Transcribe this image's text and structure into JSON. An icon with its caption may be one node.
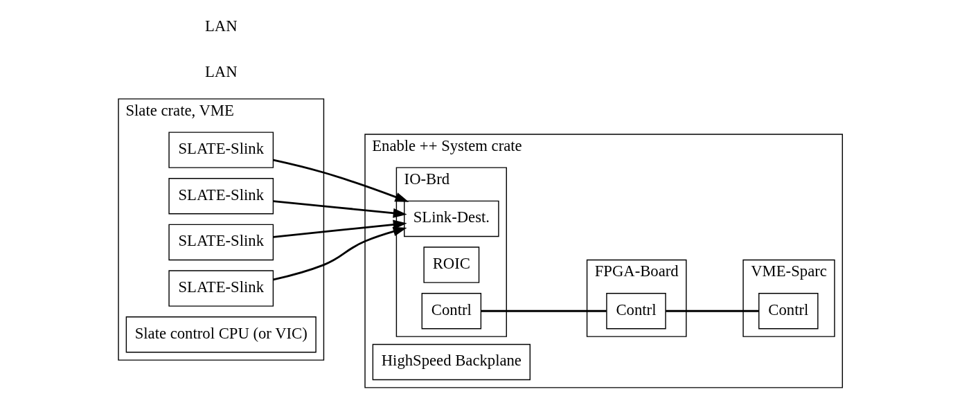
{
  "diagram": {
    "nodes": [
      {
        "text": [
          "Slate crate, VME"
        ]
      },
      {
        "text": [
          "SLATE-Slink"
        ],
        "in": 0
      },
      {
        "text": [
          "SLATE-Slink"
        ],
        "in": 0
      },
      {
        "text": [
          "SLATE-Slink"
        ],
        "in": 0
      },
      {
        "text": [
          "SLATE-Slink"
        ],
        "in": 0
      },
      {
        "text": [
          "Slate control CPU (or VIC)"
        ],
        "in": 0
      },
      {
        "text": [
          "Enable ++ System crate"
        ]
      },
      {
        "text": [
          "HighSpeed Backplane"
        ],
        "in": 6
      },
      {
        "text": [
          "IO-Brd"
        ],
        "in": 6
      },
      {
        "text": [
          "SLink-Dest."
        ],
        "in": 8
      },
      {
        "text": [
          "ROIC"
        ],
        "in": 8
      },
      {
        "text": [
          "Contrl"
        ],
        "in": 8
      },
      {
        "text": [
          "FPGA-Board"
        ],
        "in": 6
      },
      {
        "text": [
          "Contrl"
        ],
        "in": 12
      },
      {
        "text": [
          "VME-Sparc"
        ],
        "in": 6
      },
      {
        "text": [
          "Contrl"
        ],
        "in": 14
      }
    ],
    "edges": [
      {
        "from": 1,
        "to": 9,
        "arrow": "to"
      },
      {
        "from": 2,
        "to": 9,
        "arrow": "to"
      },
      {
        "from": 3,
        "to": 9,
        "arrow": "to"
      },
      {
        "from": 4,
        "to": 9,
        "arrow": "to"
      },
      {
        "from": 11,
        "to": 13,
        "arrow": "none"
      },
      {
        "from": 13,
        "to": 15,
        "arrow": "none"
      }
    ],
    "labels": [
      "LAN",
      "LAN"
    ]
  }
}
